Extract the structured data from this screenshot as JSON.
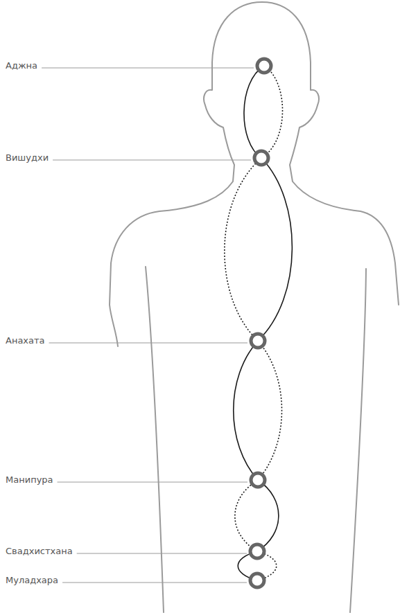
{
  "diagram": {
    "labels": [
      "Аджна",
      "Вишудхи",
      "Анахата",
      "Манипура",
      "Свадхистхана",
      "Муладхара"
    ]
  }
}
